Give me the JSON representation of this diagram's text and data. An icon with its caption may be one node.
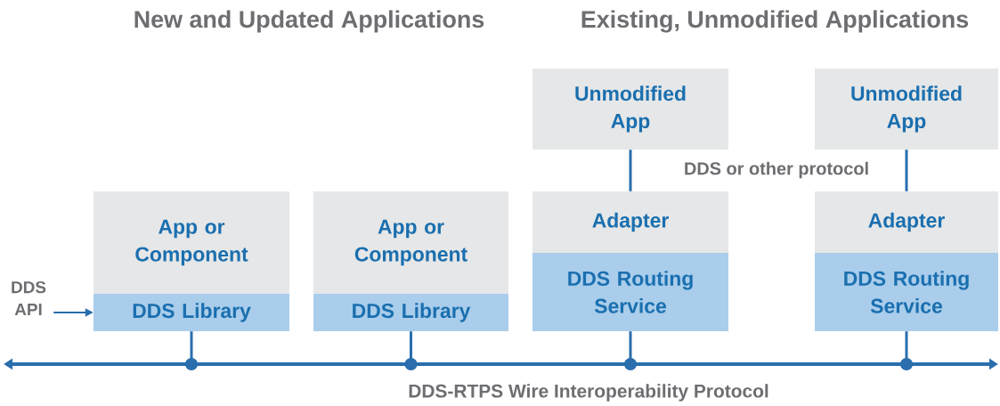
{
  "diagram": {
    "nodes": [
      {
        "text": [
          "App or Component"
        ]
      },
      {
        "text": [
          "DDS Library"
        ]
      },
      {
        "text": [
          "App or Component"
        ]
      },
      {
        "text": [
          "DDS Library"
        ]
      },
      {
        "text": [
          "Unmodified App"
        ]
      },
      {
        "text": [
          "Adapter"
        ]
      },
      {
        "text": [
          "DDS Routing Service"
        ]
      },
      {
        "text": [
          "Unmodified App"
        ]
      },
      {
        "text": [
          "Adapter"
        ]
      },
      {
        "text": [
          "DDS Routing Service"
        ]
      },
      {
        "text": [],
        "shape": "bar",
        "beside": [
          "DDS-RTPS Wire Interoperability Protocol"
        ]
      },
      {
        "text": [
          "DDS API"
        ]
      }
    ],
    "edges": [
      {
        "from": 11,
        "to": 1,
        "arrow": "to"
      },
      {
        "from": 4,
        "to": 5,
        "arrow": "none"
      },
      {
        "from": 7,
        "to": 8,
        "arrow": "none"
      },
      {
        "from": 1,
        "to": 10,
        "arrow": "other"
      },
      {
        "from": 3,
        "to": 10,
        "arrow": "other"
      },
      {
        "from": 6,
        "to": 10,
        "arrow": "other"
      },
      {
        "from": 9,
        "to": 10,
        "arrow": "other"
      }
    ],
    "labels": [
      "New and Updated Applications",
      "Existing, Unmodified Applications",
      "DDS or other protocol"
    ]
  }
}
